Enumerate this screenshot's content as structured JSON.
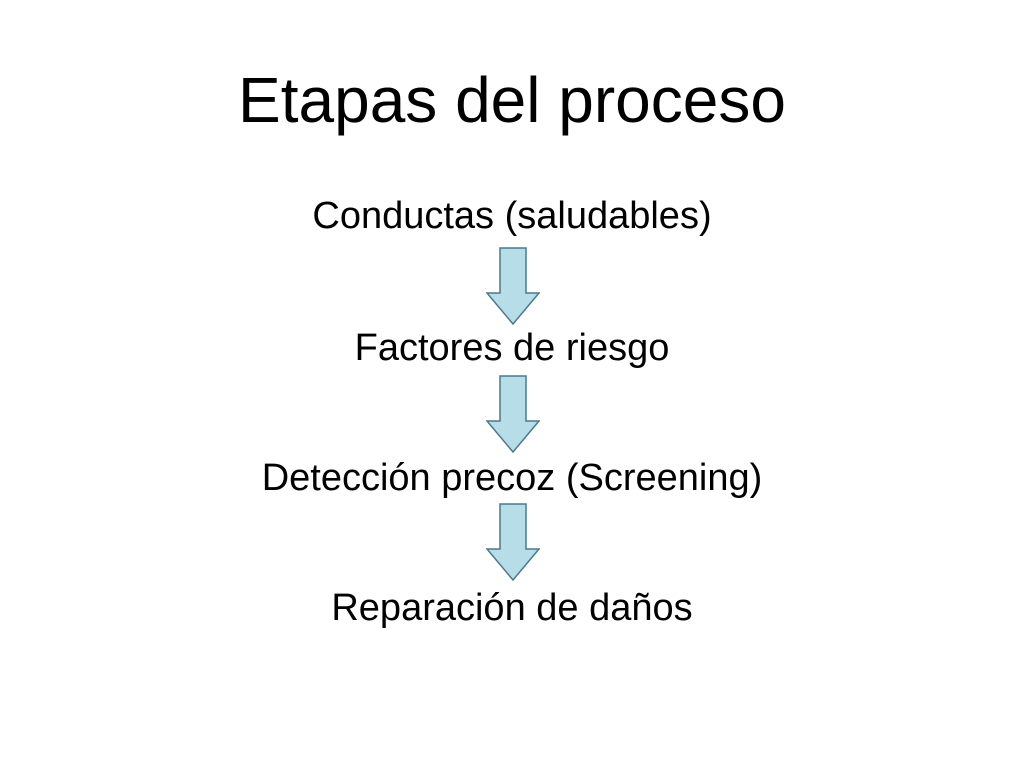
{
  "slide": {
    "title": "Etapas del proceso",
    "steps": [
      "Conductas (saludables)",
      "Factores de riesgo",
      "Detección precoz (Screening)",
      "Reparación de daños"
    ],
    "arrow_fill": "#b7dde8",
    "arrow_stroke": "#4a7a8c"
  }
}
